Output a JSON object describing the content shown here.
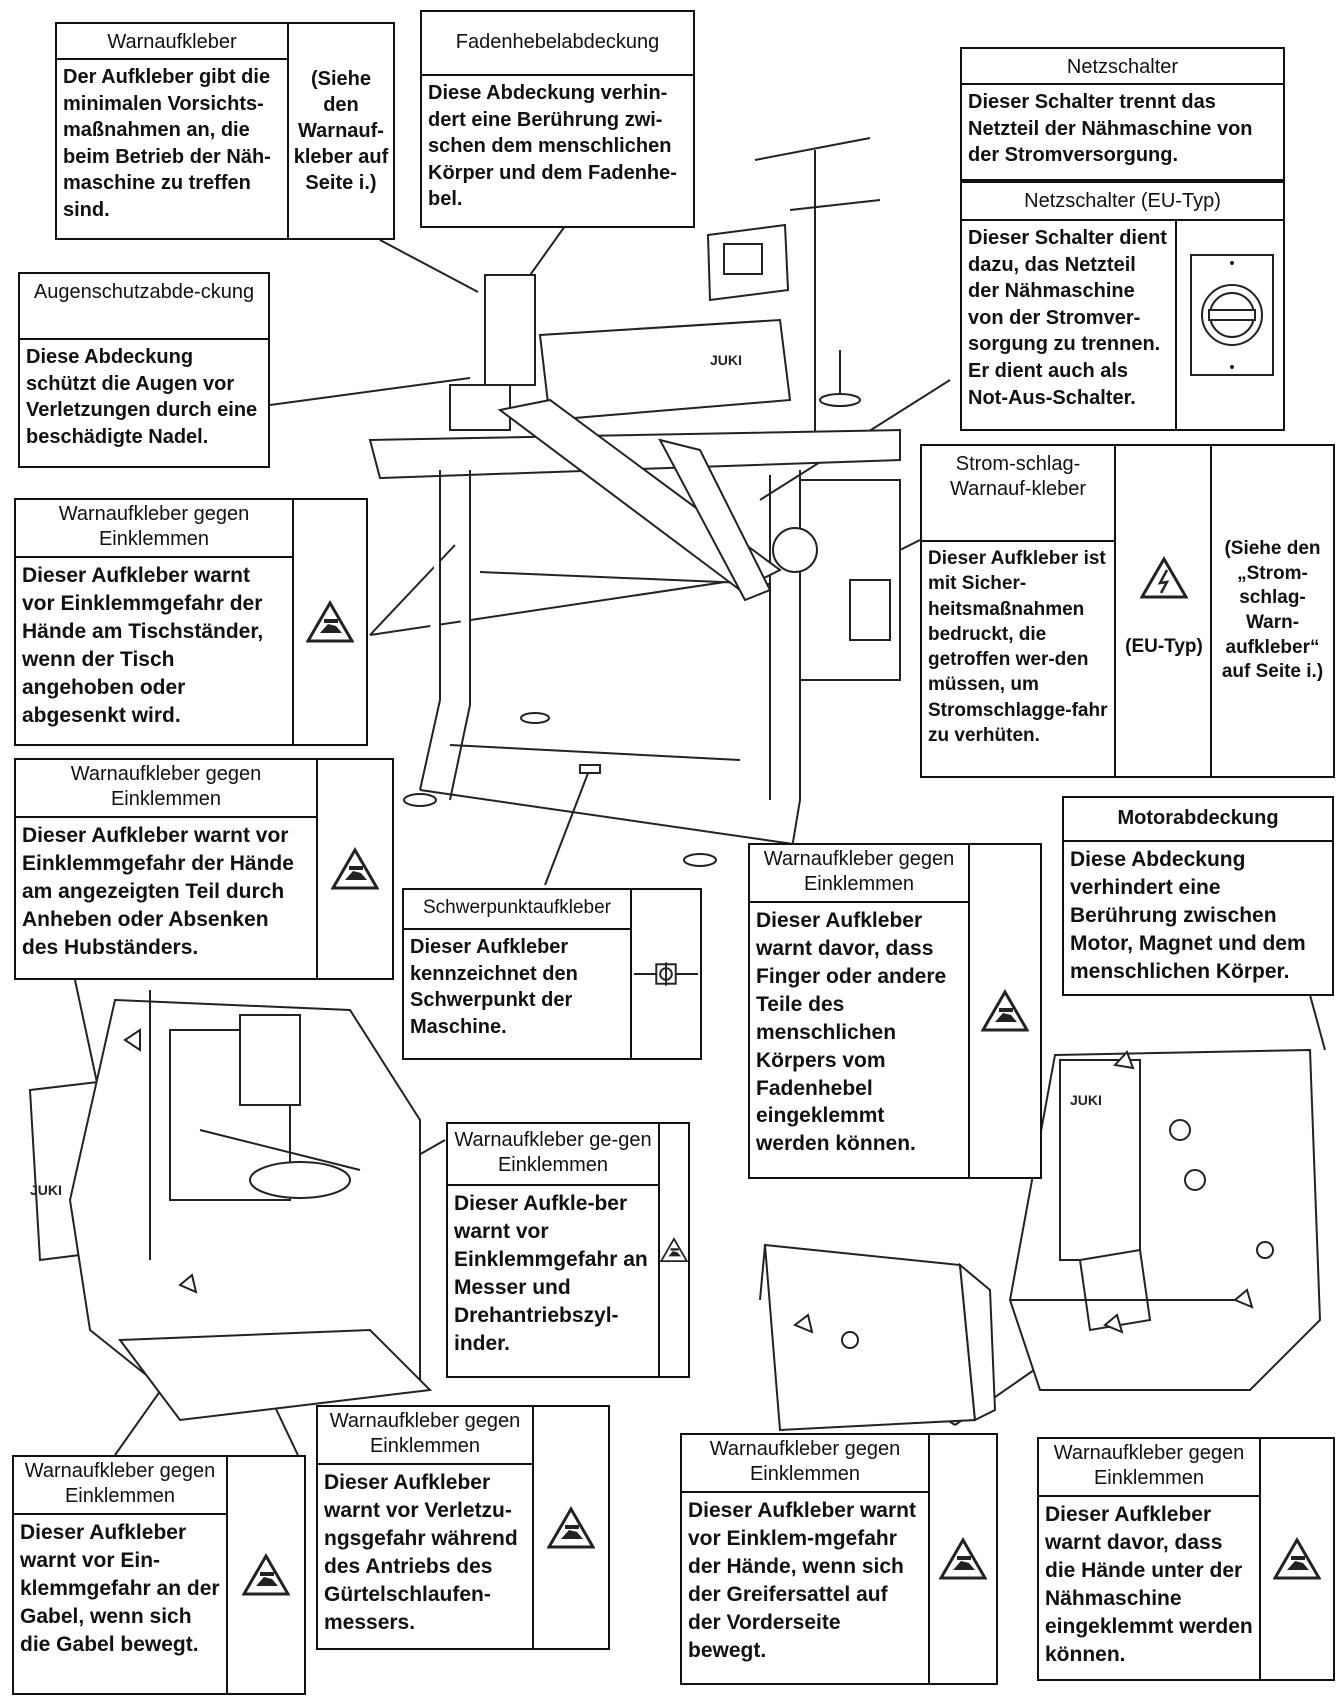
{
  "labels": {
    "warnaufkleber": {
      "title": "Warnaufkleber",
      "body": "Der Aufkleber gibt die minimalen Vorsichts-maßnahmen an, die beim Betrieb der Näh-maschine zu treffen sind.",
      "side": "(Siehe den Warnauf-kleber auf Seite i.)"
    },
    "fadenhebel": {
      "title": "Fadenhebelabdeckung",
      "body": "Diese Abdeckung verhin-dert eine Berührung zwi-schen dem menschlichen Körper und dem Fadenhe-bel."
    },
    "netzschalter": {
      "title": "Netzschalter",
      "body": "Dieser Schalter trennt das Netzteil der Nähmaschine von der Stromversorgung.",
      "title_eu": "Netzschalter (EU-Typ)",
      "body_eu": "Dieser Schalter dient dazu, das Netzteil der Nähmaschine von der Stromver-sorgung zu trennen. Er dient auch als Not-Aus-Schalter."
    },
    "augenschutz": {
      "title": "Augenschutzabde-ckung",
      "body": "Diese Abdeckung schützt die Augen vor Verletzungen durch eine beschädigte Nadel."
    },
    "stromschlag": {
      "title": "Strom-schlag-Warnauf-kleber",
      "body": "Dieser Aufkleber ist mit Sicher-heitsmaßnahmen bedruckt, die getroffen wer-den müssen, um Stromschlagge-fahr zu verhüten.",
      "eu": "(EU-Typ)",
      "side": "(Siehe den „Strom-schlag-Warn-aufkleber“ auf Seite i.)"
    },
    "klemm_tisch": {
      "title": "Warnaufkleber gegen Einklemmen",
      "body": "Dieser Aufkleber warnt vor Einklemmgefahr der Hände am Tischständer, wenn der Tisch angehoben oder abgesenkt wird."
    },
    "klemm_hub": {
      "title": "Warnaufkleber gegen Einklemmen",
      "body": "Dieser Aufkleber warnt vor Einklemmgefahr der Hände am angezeigten Teil durch Anheben oder Absenken des Hubständers."
    },
    "motor": {
      "title": "Motorabdeckung",
      "body": "Diese Abdeckung verhindert eine Berührung zwischen Motor, Magnet und dem menschlichen Körper."
    },
    "schwerpunkt": {
      "title": "Schwerpunktaufkleber",
      "body": "Dieser Aufkleber kennzeichnet den Schwerpunkt der Maschine."
    },
    "klemm_fadenhebel": {
      "title": "Warnaufkleber gegen Einklemmen",
      "body": "Dieser Aufkleber warnt davor, dass Finger oder andere Teile des menschlichen Körpers vom Fadenhebel eingeklemmt werden können."
    },
    "klemm_messer": {
      "title": "Warnaufkleber ge-gen Einklemmen",
      "body": "Dieser Aufkle-ber warnt vor Einklemmgefahr an Messer und Drehantriebszyl-inder."
    },
    "klemm_gabel": {
      "title": "Warnaufkleber gegen Einklemmen",
      "body": "Dieser Aufkleber warnt vor Ein-klemmgefahr an der Gabel, wenn sich die Gabel bewegt."
    },
    "klemm_guertel": {
      "title": "Warnaufkleber gegen Einklemmen",
      "body": "Dieser Aufkleber warnt vor Verletzu-ngsgefahr während des Antriebs des Gürtelschlaufen-messers."
    },
    "klemm_greifer": {
      "title": "Warnaufkleber gegen Einklemmen",
      "body": "Dieser Aufkleber warnt vor Einklem-mgefahr der Hände, wenn sich der Greifersattel auf der Vorderseite bewegt."
    },
    "klemm_unter": {
      "title": "Warnaufkleber gegen Einklemmen",
      "body": "Dieser Aufkleber warnt davor, dass die Hände unter der Nähmaschine eingeklemmt werden können."
    }
  },
  "brand": "JUKI",
  "icons": {
    "pinch": "pinch-warning-icon",
    "shock": "electric-shock-icon",
    "gravity": "center-of-gravity-icon",
    "switch": "power-switch-icon"
  }
}
